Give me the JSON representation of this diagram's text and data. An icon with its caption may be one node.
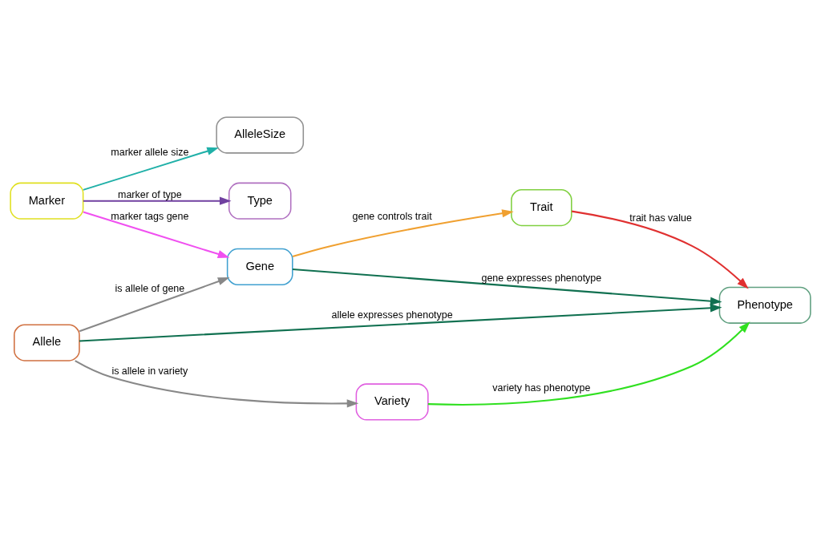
{
  "diagram": {
    "nodes": [
      {
        "text": [
          "Marker"
        ]
      },
      {
        "text": [
          "AlleleSize"
        ]
      },
      {
        "text": [
          "Trait"
        ]
      },
      {
        "text": [
          "Type"
        ]
      },
      {
        "text": [
          "Gene"
        ]
      },
      {
        "text": [
          "Phenotype"
        ]
      },
      {
        "text": [
          "Allele"
        ]
      },
      {
        "text": [
          "Variety"
        ]
      }
    ],
    "edges": [
      {
        "from": 0,
        "to": 1,
        "arrow": "to",
        "label": "marker allele size",
        "color": "#20b0a8"
      },
      {
        "from": 0,
        "to": 3,
        "arrow": "to",
        "label": "marker of type",
        "color": "#7040a0"
      },
      {
        "from": 0,
        "to": 4,
        "arrow": "to",
        "label": "marker tags gene",
        "color": "#f050f0"
      },
      {
        "from": 4,
        "to": 2,
        "arrow": "to",
        "label": "gene controls trait",
        "color": "#f0a030"
      },
      {
        "from": 2,
        "to": 5,
        "arrow": "to",
        "label": "trait has value",
        "color": "#e03030"
      },
      {
        "from": 4,
        "to": 5,
        "arrow": "to",
        "label": "gene expresses phenotype",
        "color": "#107050"
      },
      {
        "from": 6,
        "to": 4,
        "arrow": "to",
        "label": "is allele of gene",
        "color": "#888888"
      },
      {
        "from": 6,
        "to": 5,
        "arrow": "to",
        "label": "allele expresses phenotype",
        "color": "#107050"
      },
      {
        "from": 6,
        "to": 7,
        "arrow": "to",
        "label": "is allele in variety",
        "color": "#888888"
      },
      {
        "from": 7,
        "to": 5,
        "arrow": "to",
        "label": "variety has phenotype",
        "color": "#30e020"
      }
    ]
  }
}
